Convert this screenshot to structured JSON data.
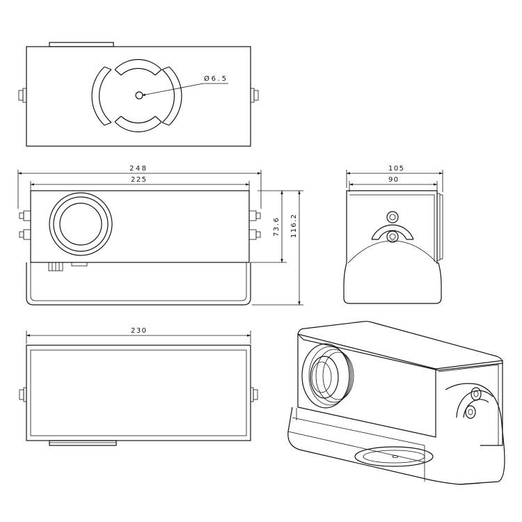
{
  "diagram": {
    "top_view": {
      "hole_label": "Ø6.5"
    },
    "front_view": {
      "width_overall": "248",
      "width_body": "225",
      "height_inner": "73.6",
      "height_total": "116.2"
    },
    "side_view": {
      "width_overall": "105",
      "width_body": "90"
    },
    "bottom_view": {
      "width_total": "230"
    }
  }
}
